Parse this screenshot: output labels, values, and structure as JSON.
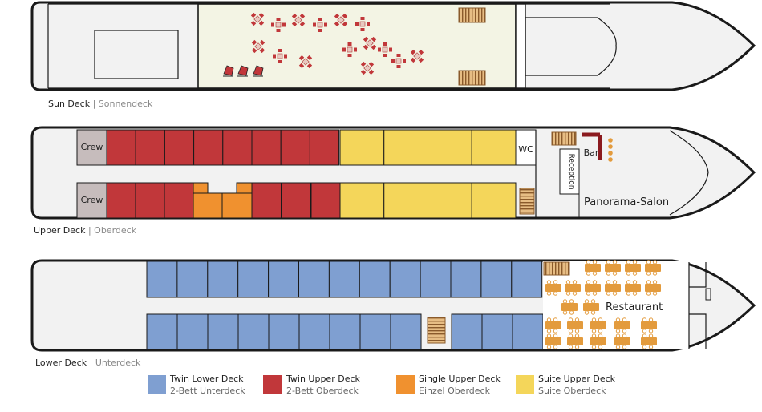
{
  "decks": {
    "sun": {
      "name": "Sun Deck",
      "name_de": "Sonnendeck"
    },
    "upper": {
      "name": "Upper Deck",
      "name_de": "Oberdeck"
    },
    "lower": {
      "name": "Lower Deck",
      "name_de": "Unterdeck"
    }
  },
  "rooms": {
    "crew": "Crew",
    "wc": "WC",
    "bar": "Bar",
    "reception": "Reception",
    "panorama": "Panorama-Salon",
    "restaurant": "Restaurant"
  },
  "legend": [
    {
      "key": "twin_lower",
      "label": "Twin Lower Deck",
      "label_de": "2-Bett Unterdeck",
      "color": "#7f9fd1"
    },
    {
      "key": "twin_upper",
      "label": "Twin Upper Deck",
      "label_de": "2-Bett Oberdeck",
      "color": "#c1373a"
    },
    {
      "key": "single_upper",
      "label": "Single Upper Deck",
      "label_de": "Einzel Oberdeck",
      "color": "#f0912f"
    },
    {
      "key": "suite_upper",
      "label": "Suite Upper Deck",
      "label_de": "Suite Oberdeck",
      "color": "#f4d65a"
    }
  ],
  "colors": {
    "hull": "#f2f2f2",
    "outline": "#1a1a1a",
    "sun_area": "#f3f4e4",
    "crew": "#c6bcbc",
    "furniture": "#c1373a",
    "table": "#e39b3d",
    "stairs": "#d9a76a"
  }
}
